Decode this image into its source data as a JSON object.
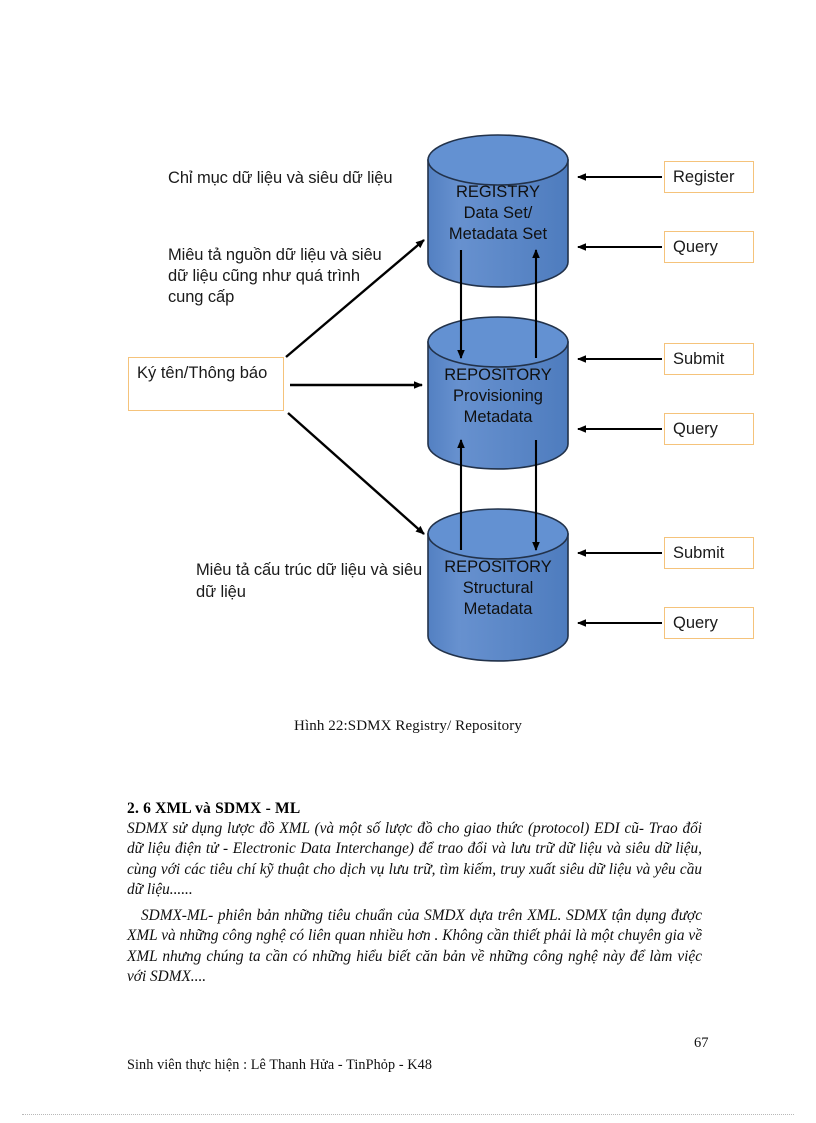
{
  "figure": {
    "annotations": {
      "index_label": "Chỉ mục dữ liệu và siêu dữ liệu",
      "source_label": "Miêu tả nguồn dữ liệu và siêu dữ liệu cũng như quá trình cung cấp",
      "structure_label": "Miêu tả cấu trúc dữ liệu và siêu dữ liệu"
    },
    "note_box": {
      "label": "Ký tên/Thông báo"
    },
    "cylinders": [
      {
        "line1": "REGISTRY",
        "line2": "Data Set/",
        "line3": "Metadata Set"
      },
      {
        "line1": "REPOSITORY",
        "line2": "Provisioning",
        "line3": "Metadata"
      },
      {
        "line1": "REPOSITORY",
        "line2": "Structural",
        "line3": "Metadata"
      }
    ],
    "actions": [
      {
        "label": "Register"
      },
      {
        "label": "Query"
      },
      {
        "label": "Submit"
      },
      {
        "label": "Query"
      },
      {
        "label": "Submit"
      },
      {
        "label": "Query"
      }
    ],
    "colors": {
      "cylinder_fill": "#5b87c7",
      "cylinder_top": "#5f8ccb",
      "cylinder_stroke": "#22324a",
      "box_border": "#f5c37b",
      "arrow": "#000000"
    },
    "caption": "Hình 22:SDMX Registry/ Repository"
  },
  "body": {
    "section_heading": "2. 6 XML và SDMX - ML",
    "paragraphs": [
      "SDMX sử dụng lược đồ XML (và một số lược đồ cho giao thức (protocol) EDI cũ- Trao đổi dữ liệu điện tử - Electronic Data Interchange) để trao đổi và lưu trữ dữ liệu và siêu dữ liệu, cùng với các tiêu chí kỹ thuật cho dịch vụ lưu trữ, tìm kiếm, truy xuất siêu dữ liệu và yêu cầu dữ liệu......",
      "SDMX-ML- phiên bản những tiêu chuẩn của SMDX dựa trên XML. SDMX tận dụng được XML và những công nghệ có liên quan nhiều hơn . Không cần thiết phải là một chuyên gia về XML nhưng chúng ta cần có những hiểu biết căn bản về những công nghệ này để làm việc với SDMX...."
    ]
  },
  "footer": {
    "page_number": "67",
    "author_line": "Sinh viên thực hiện : Lê Thanh Hửa - TinPhỏp - K48"
  }
}
